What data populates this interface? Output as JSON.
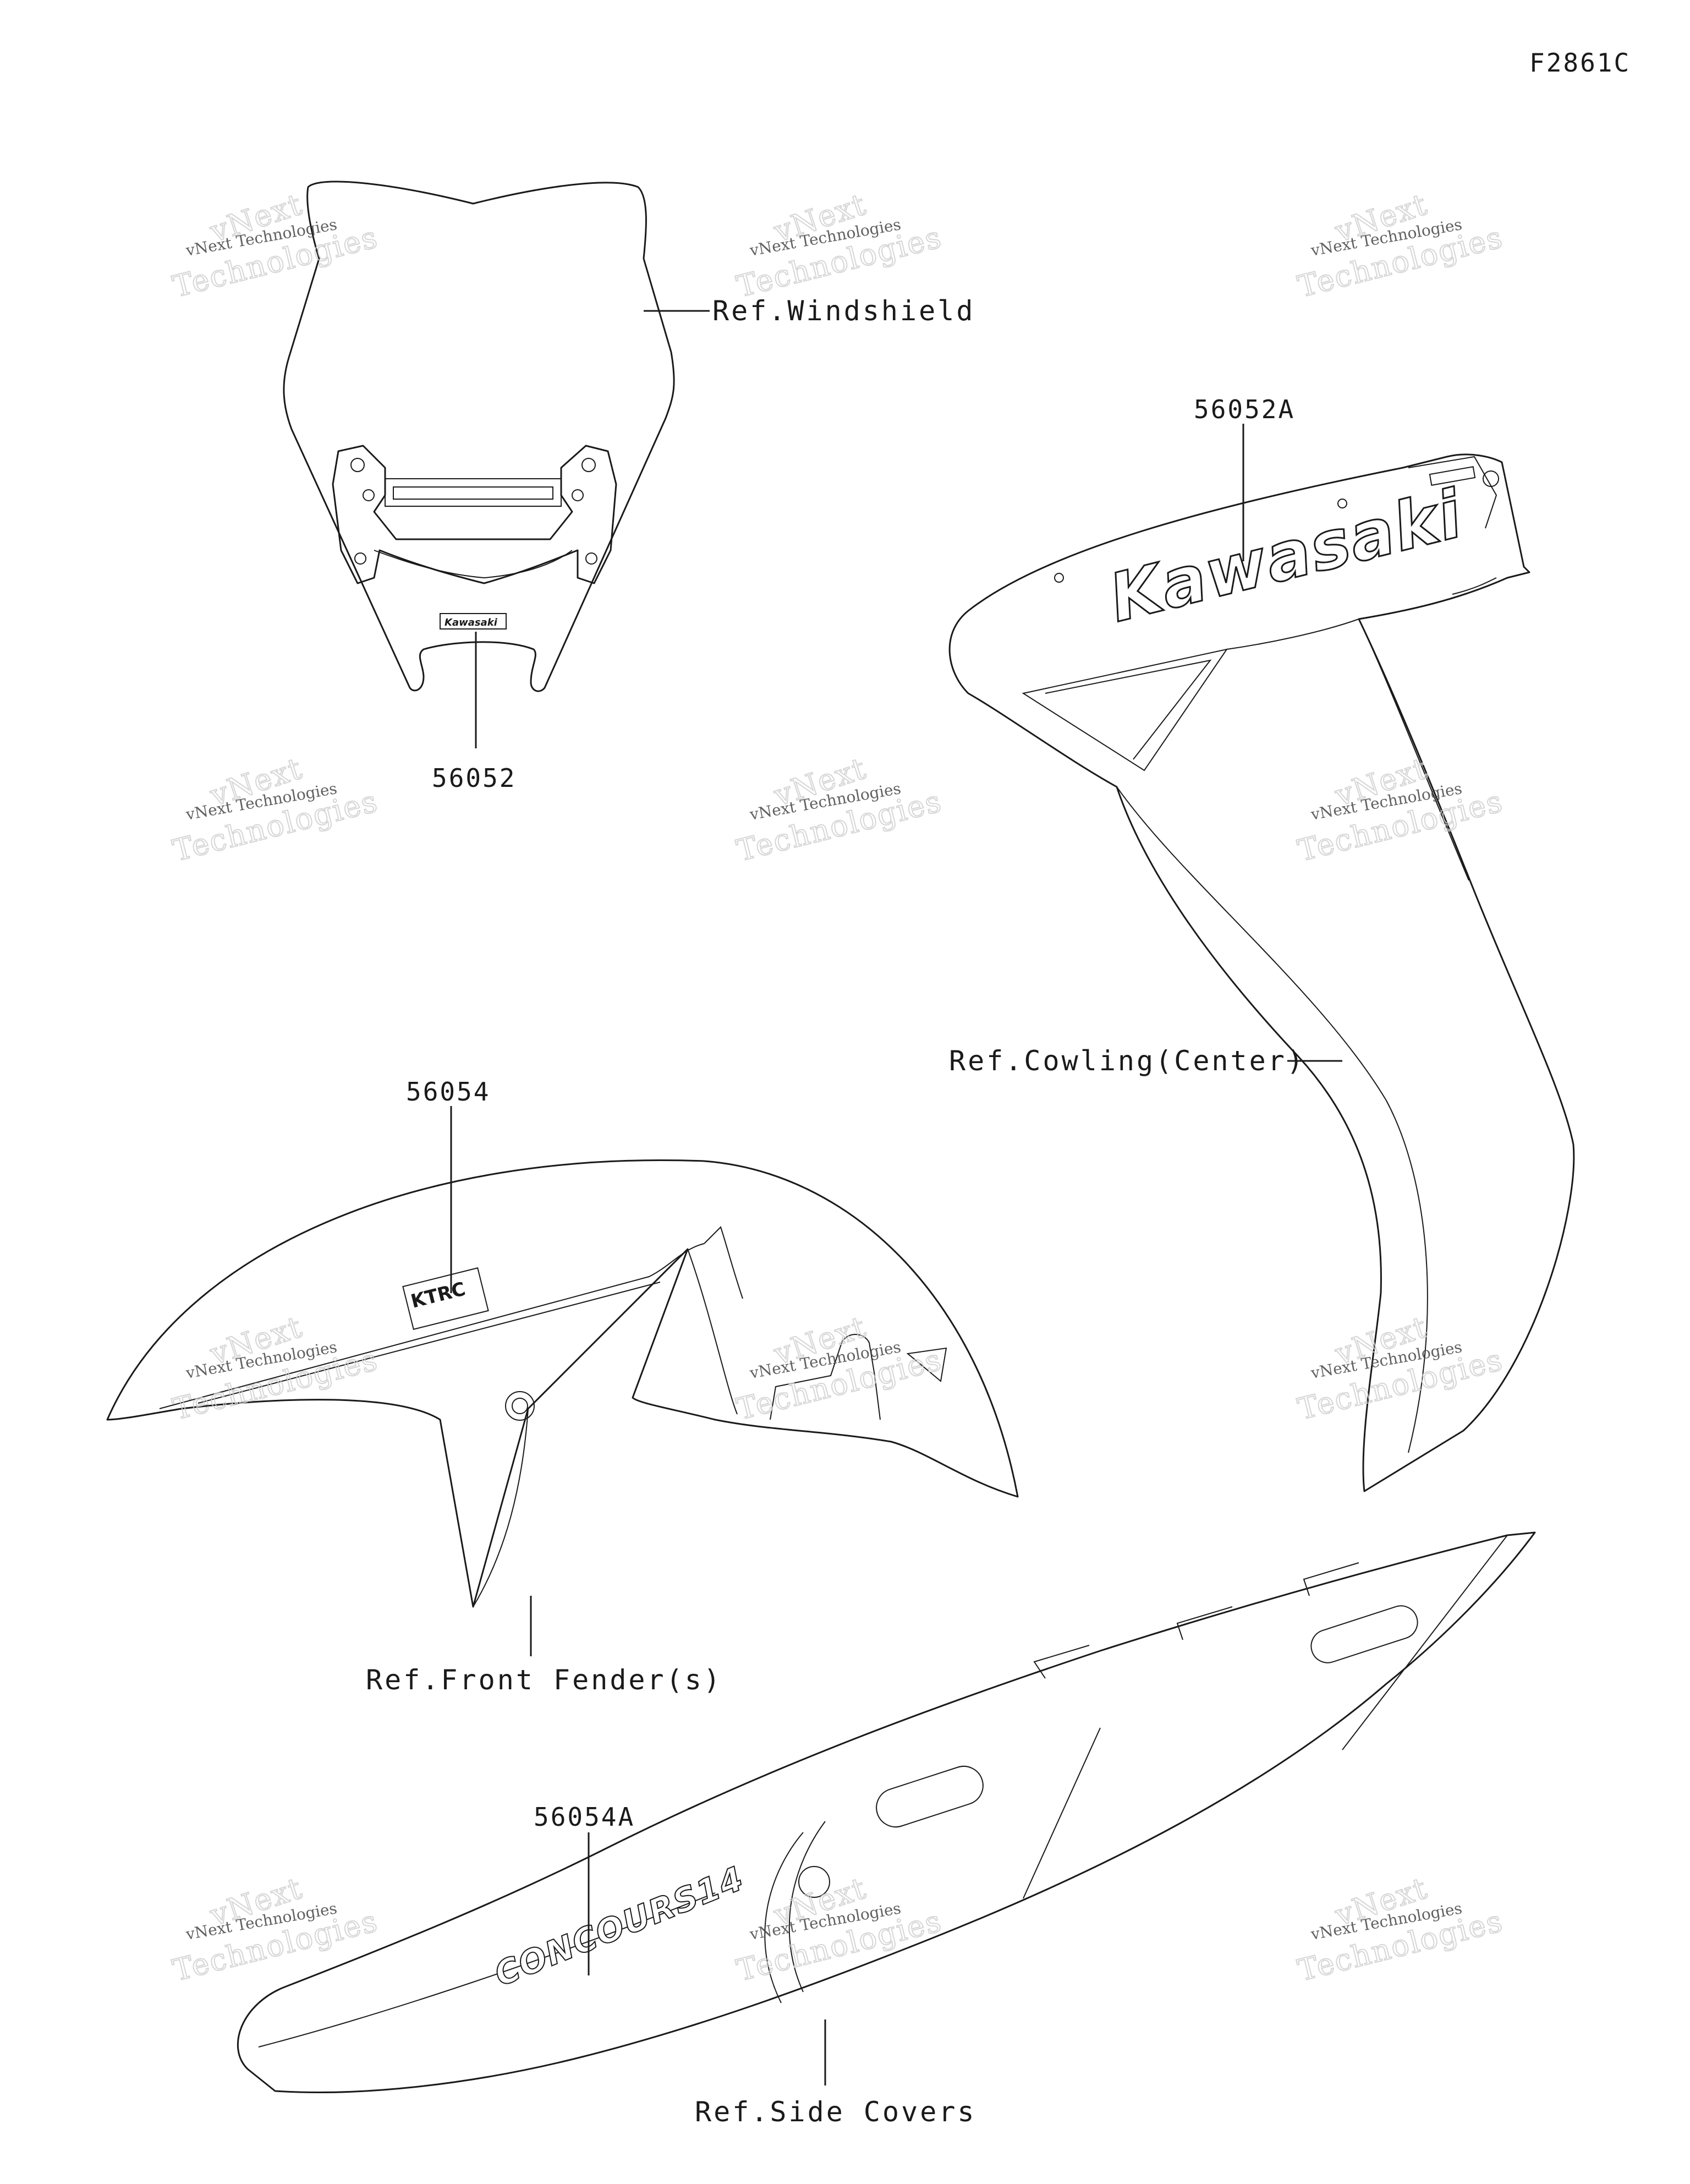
{
  "figure_code": "F2861C",
  "watermark": {
    "line1": "vNext Technologies",
    "line2": "Technologies",
    "line3": "vNext"
  },
  "labels": {
    "windshield": "Ref.Windshield",
    "cowling": "Ref.Cowling(Center)",
    "front_fender": "Ref.Front Fender(s)",
    "side_covers": "Ref.Side Covers"
  },
  "parts": {
    "p56052": "56052",
    "p56052a": "56052A",
    "p56054": "56054",
    "p56054a": "56054A"
  },
  "decal_text": {
    "kawasaki": "Kawasaki",
    "concours": "CONCOURS14",
    "ktrc": "KTRC",
    "kawasaki_small": "Kawasaki"
  }
}
